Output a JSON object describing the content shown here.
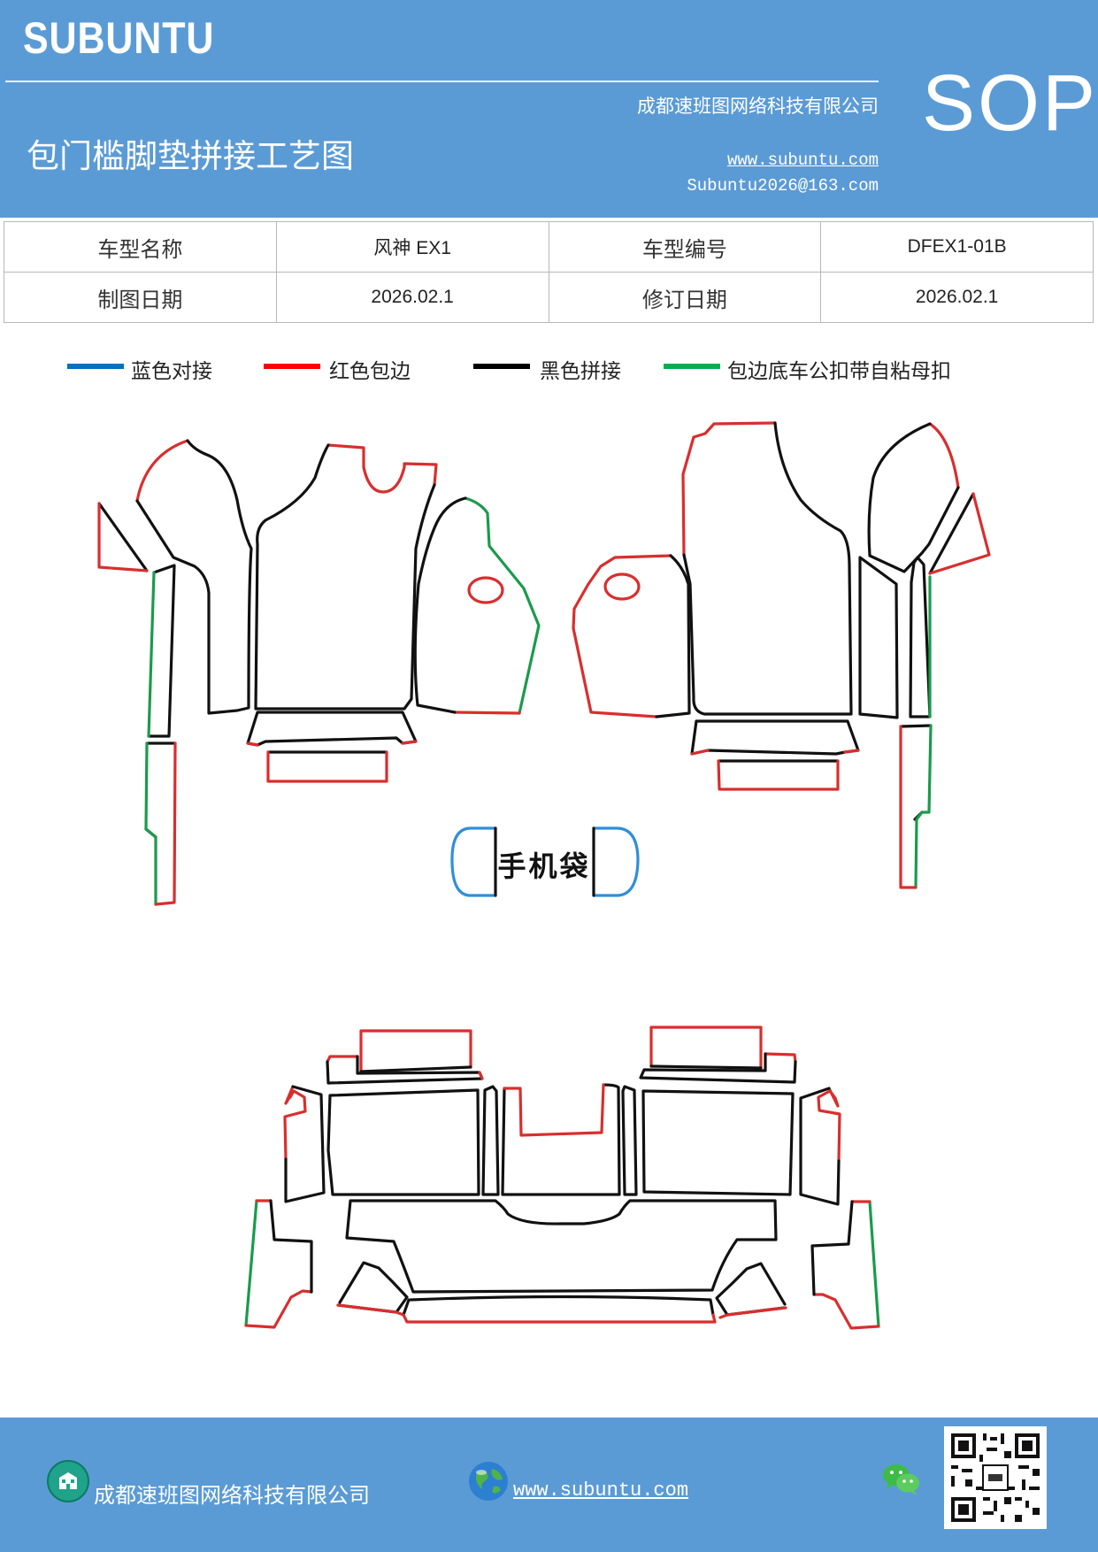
{
  "header": {
    "brand": "SUBUNTU",
    "company": "成都速班图网络科技有限公司",
    "title": "包门槛脚垫拼接工艺图",
    "website": "www.subuntu.com",
    "email": "Subuntu2026@163.com",
    "badge": "SOP"
  },
  "info_table": {
    "model_name_label": "车型名称",
    "model_name": "风神 EX1",
    "model_code_label": "车型编号",
    "model_code": "DFEX1-01B",
    "drawing_date_label": "制图日期",
    "drawing_date": "2026.02.1",
    "revision_date_label": "修订日期",
    "revision_date": "2026.02.1"
  },
  "legend": [
    {
      "label": "蓝色对接",
      "color": "#0070c0"
    },
    {
      "label": "红色包边",
      "color": "#ff0000"
    },
    {
      "label": "黑色拼接",
      "color": "#000000"
    },
    {
      "label": "包边底车公扣带自粘母扣",
      "color": "#00b050"
    }
  ],
  "colors": {
    "header_bg": "#5b9bd5",
    "piece_black": "#111111",
    "piece_red": "#d92e2e",
    "piece_green": "#1a9b4b",
    "piece_blue": "#2f8fd8"
  },
  "drawing": {
    "phone_pocket_label": "手机袋"
  },
  "footer": {
    "company": "成都速班图网络科技有限公司",
    "website": "www.subuntu.com",
    "building_icon": "building-icon",
    "globe_icon": "globe-icon",
    "wechat_icon": "wechat-icon",
    "qr_icon": "qr-code-icon"
  }
}
